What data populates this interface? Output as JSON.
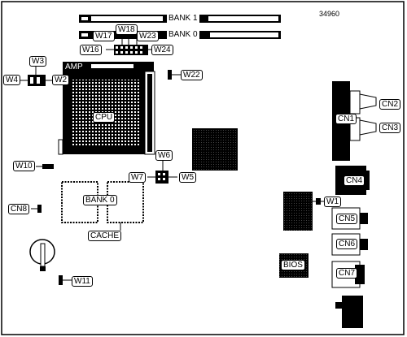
{
  "figure_id": "34960",
  "labels": {
    "bank1": "BANK 1",
    "bank0_top": "BANK 0",
    "bank0_cache": "BANK 0",
    "cache": "CACHE",
    "cpu": "CPU",
    "amp": "AMP",
    "bios": "BIOS"
  },
  "jumpers": {
    "w1": "W1",
    "w2": "W2",
    "w3": "W3",
    "w4": "W4",
    "w5": "W5",
    "w6": "W6",
    "w7": "W7",
    "w10": "W10",
    "w11": "W11",
    "w16": "W16",
    "w17": "W17",
    "w18": "W18",
    "w22": "W22",
    "w23": "W23",
    "w24": "W24"
  },
  "connectors": {
    "cn1": "CN1",
    "cn2": "CN2",
    "cn3": "CN3",
    "cn4": "CN4",
    "cn5": "CN5",
    "cn6": "CN6",
    "cn7": "CN7",
    "cn8": "CN8"
  }
}
